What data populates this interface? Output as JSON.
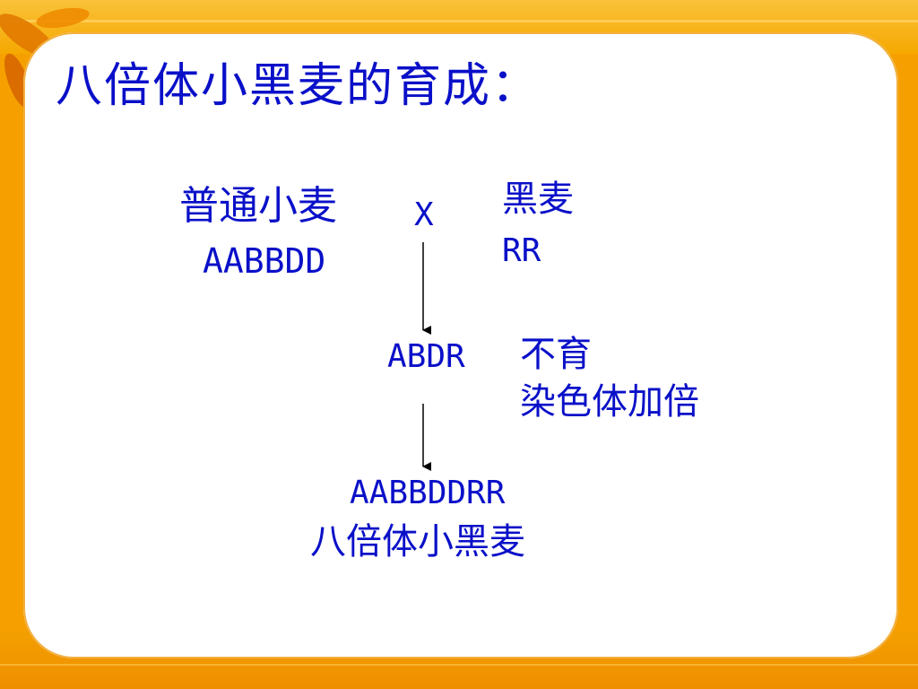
{
  "slide": {
    "title": "八倍体小黑麦的育成：",
    "parent1": {
      "name": "普通小麦",
      "genotype": "AABBDD"
    },
    "cross_symbol": "X",
    "parent2": {
      "name": "黑麦",
      "genotype": "RR"
    },
    "hybrid": {
      "genotype": "ABDR",
      "note_sterile": "不育",
      "note_doubling": "染色体加倍"
    },
    "product": {
      "genotype": "AABBDDRR",
      "name": "八倍体小黑麦"
    }
  },
  "colors": {
    "text": "#0a10c8",
    "background": "#f5a000",
    "card": "#ffffff"
  }
}
